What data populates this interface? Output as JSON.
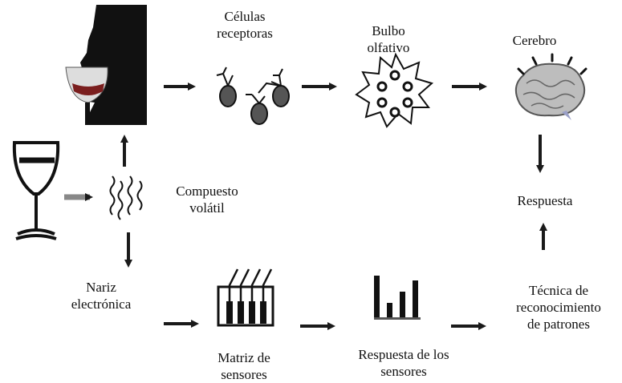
{
  "labels": {
    "receptor_cells": "Células\nreceptoras",
    "olfactory_bulb": "Bulbo\nolfativo",
    "brain": "Cerebro",
    "volatile_compound": "Compuesto\nvolátil",
    "response": "Respuesta",
    "electronic_nose": "Nariz\nelectrónica",
    "pattern_recognition": "Técnica de\nreconocimiento\nde patrones",
    "sensor_matrix": "Matriz de\nsensores",
    "sensor_response": "Respuesta de los\nsensores"
  },
  "icons": [
    "person-smelling-wine-icon",
    "wine-glass-icon",
    "volatile-vapor-icon",
    "receptor-cells-icon",
    "olfactory-bulb-icon",
    "brain-icon",
    "sensor-matrix-icon",
    "sensor-response-bars-icon"
  ],
  "colors": {
    "ink": "#111111",
    "arrow": "#1a1a1a",
    "brain_fill": "#bdbdbd",
    "cell_fill": "#555555"
  }
}
